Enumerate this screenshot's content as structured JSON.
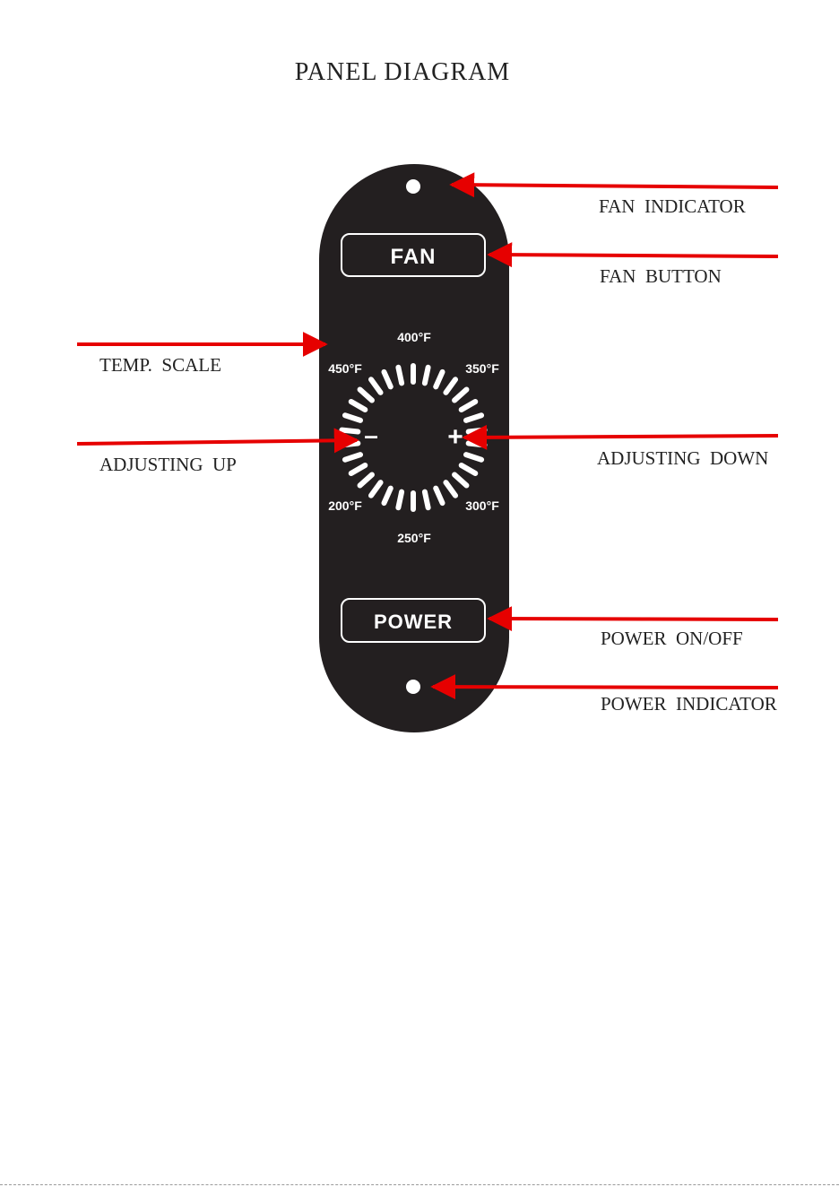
{
  "title": "PANEL DIAGRAM",
  "panel": {
    "fan_button_label": "FAN",
    "power_button_label": "POWER",
    "minus_symbol": "–",
    "plus_symbol": "+",
    "scale_labels": {
      "top": "400°F",
      "upper_left": "450°F",
      "upper_right": "350°F",
      "lower_left": "200°F",
      "lower_right": "300°F",
      "bottom": "250°F"
    }
  },
  "callouts": {
    "fan_indicator": "FAN  INDICATOR",
    "fan_button": "FAN  BUTTON",
    "temp_scale": "TEMP.  SCALE",
    "adjusting_up": "ADJUSTING  UP",
    "adjusting_down": "ADJUSTING  DOWN",
    "power_on_off": "POWER  ON/OFF",
    "power_indicator": "POWER  INDICATOR"
  },
  "colors": {
    "panel": "#231f20",
    "arrow": "#e60000",
    "text": "#222222"
  }
}
